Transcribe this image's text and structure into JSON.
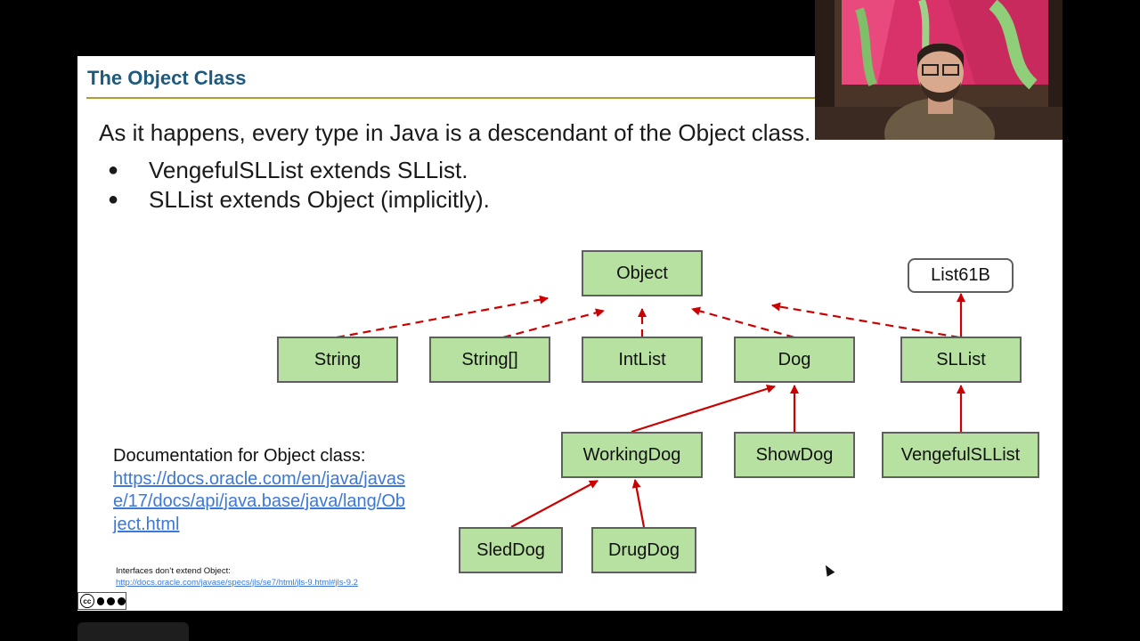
{
  "slide": {
    "title": "The Object Class",
    "intro": "As it happens, every type in Java is a descendant of the Object class.",
    "bullets": [
      "VengefulSLList extends SLList.",
      "SLList extends Object (implicitly)."
    ]
  },
  "diagram": {
    "nodes": {
      "object": "Object",
      "list61b": "List61B",
      "string": "String",
      "string_array": "String[]",
      "intlist": "IntList",
      "dog": "Dog",
      "sllist": "SLList",
      "workingdog": "WorkingDog",
      "showdog": "ShowDog",
      "vengefulsllist": "VengefulSLList",
      "sleddog": "SledDog",
      "drugdog": "DrugDog"
    },
    "edges": [
      {
        "from": "String",
        "to": "Object",
        "style": "dashed"
      },
      {
        "from": "String[]",
        "to": "Object",
        "style": "dashed"
      },
      {
        "from": "IntList",
        "to": "Object",
        "style": "dashed"
      },
      {
        "from": "Dog",
        "to": "Object",
        "style": "dashed"
      },
      {
        "from": "SLList",
        "to": "Object",
        "style": "dashed"
      },
      {
        "from": "SLList",
        "to": "List61B",
        "style": "solid"
      },
      {
        "from": "WorkingDog",
        "to": "Dog",
        "style": "solid"
      },
      {
        "from": "ShowDog",
        "to": "Dog",
        "style": "solid"
      },
      {
        "from": "VengefulSLList",
        "to": "SLList",
        "style": "solid"
      },
      {
        "from": "SledDog",
        "to": "WorkingDog",
        "style": "solid"
      },
      {
        "from": "DrugDog",
        "to": "WorkingDog",
        "style": "solid"
      }
    ]
  },
  "documentation": {
    "label": "Documentation for Object class:",
    "link": "https://docs.oracle.com/en/java/javase/17/docs/api/java.base/java/lang/Object.html"
  },
  "note": {
    "text": "Interfaces don’t extend Object:",
    "link": "http://docs.oracle.com/javase/specs/jls/se7/html/jls-9.html#jls-9.2"
  },
  "license_badge": {
    "text": "BY NC SA"
  },
  "colors": {
    "title": "#1d5a7d",
    "title_rule": "#b59b2c",
    "node_fill": "#b7e1a1",
    "arrow": "#cc0000",
    "link": "#3c78d8"
  }
}
